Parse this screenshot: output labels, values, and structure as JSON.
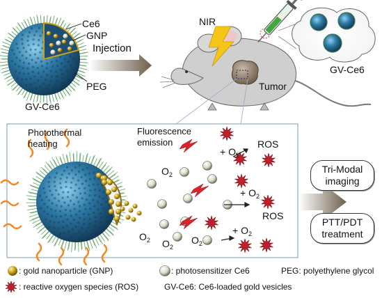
{
  "top": {
    "nanoparticle_labels": {
      "ce6": "Ce6",
      "gnp": "GNP",
      "peg": "PEG",
      "name": "GV-Ce6"
    },
    "injection": "Injection",
    "nir": "NIR",
    "tumor": "Tumor",
    "cluster_label": "GV-Ce6"
  },
  "process": {
    "photothermal": [
      "Photothermal",
      "heating"
    ],
    "fluorescence": [
      "Fluorescence",
      "emission"
    ],
    "o2": "O",
    "o2_sub": "2",
    "plus": "+",
    "ros": "ROS"
  },
  "outcomes": {
    "imaging": [
      "Tri-Modal",
      "imaging"
    ],
    "treatment": [
      "PTT/PDT",
      "treatment"
    ]
  },
  "legend": {
    "gnp": ": gold nanoparticle (GNP)",
    "ce6": ": photosensitizer Ce6",
    "peg": "PEG: polyethylene glycol",
    "ros": ": reactive oxygen species (ROS)",
    "gvce6": "GV-Ce6: Ce6-loaded gold vesicles"
  },
  "colors": {
    "sphere_blue": "#2a6f99",
    "gold": "#c8a21c",
    "ros_red": "#c0202a",
    "lightning": "#d8252b",
    "arrow_brown": "#7a6a55",
    "peg_green": "#5aa05a",
    "orange_heat": "#f08a24"
  }
}
